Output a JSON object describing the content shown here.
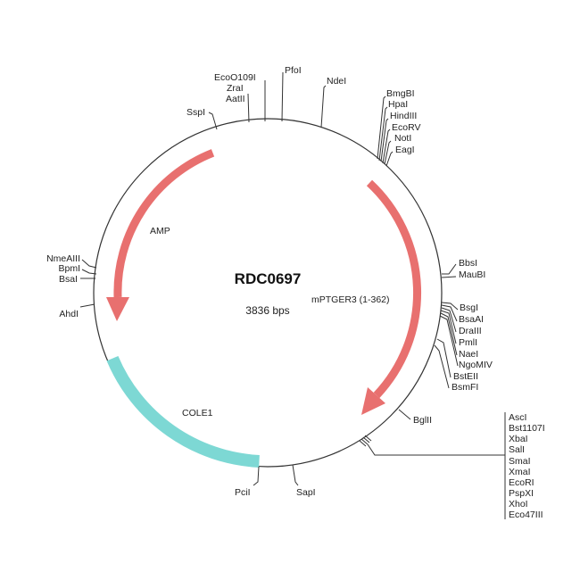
{
  "plasmid": {
    "name": "RDC0697",
    "size_label": "3836 bps",
    "colors": {
      "backbone": "#333333",
      "gene": "#e8706f",
      "origin": "#7dd8d4"
    }
  },
  "features": {
    "amp": "AMP",
    "mptger3": "mPTGER3 (1-362)",
    "cole1": "COLE1"
  },
  "sites": {
    "top": [
      "SspI",
      "EcoO109I",
      "ZraI",
      "AatII",
      "PfoI",
      "NdeI"
    ],
    "upper_right": [
      "BmgBI",
      "HpaI",
      "HindIII",
      "EcoRV",
      "NotI",
      "EagI"
    ],
    "right_a": [
      "BbsI",
      "MauBI"
    ],
    "right_b": [
      "BsgI",
      "BsaAI",
      "DraIII",
      "PmlI",
      "NaeI",
      "NgoMIV",
      "BstEII",
      "BsmFI"
    ],
    "bglii": "BglII",
    "mcs": [
      "AscI",
      "Bst1107I",
      "XbaI",
      "SalI",
      "SmaI",
      "XmaI",
      "EcoRI",
      "PspXI",
      "XhoI",
      "Eco47III"
    ],
    "left": [
      "NmeAIII",
      "BpmI",
      "BsaI",
      "AhdI"
    ],
    "bottom": [
      "PciI",
      "SapI"
    ]
  }
}
